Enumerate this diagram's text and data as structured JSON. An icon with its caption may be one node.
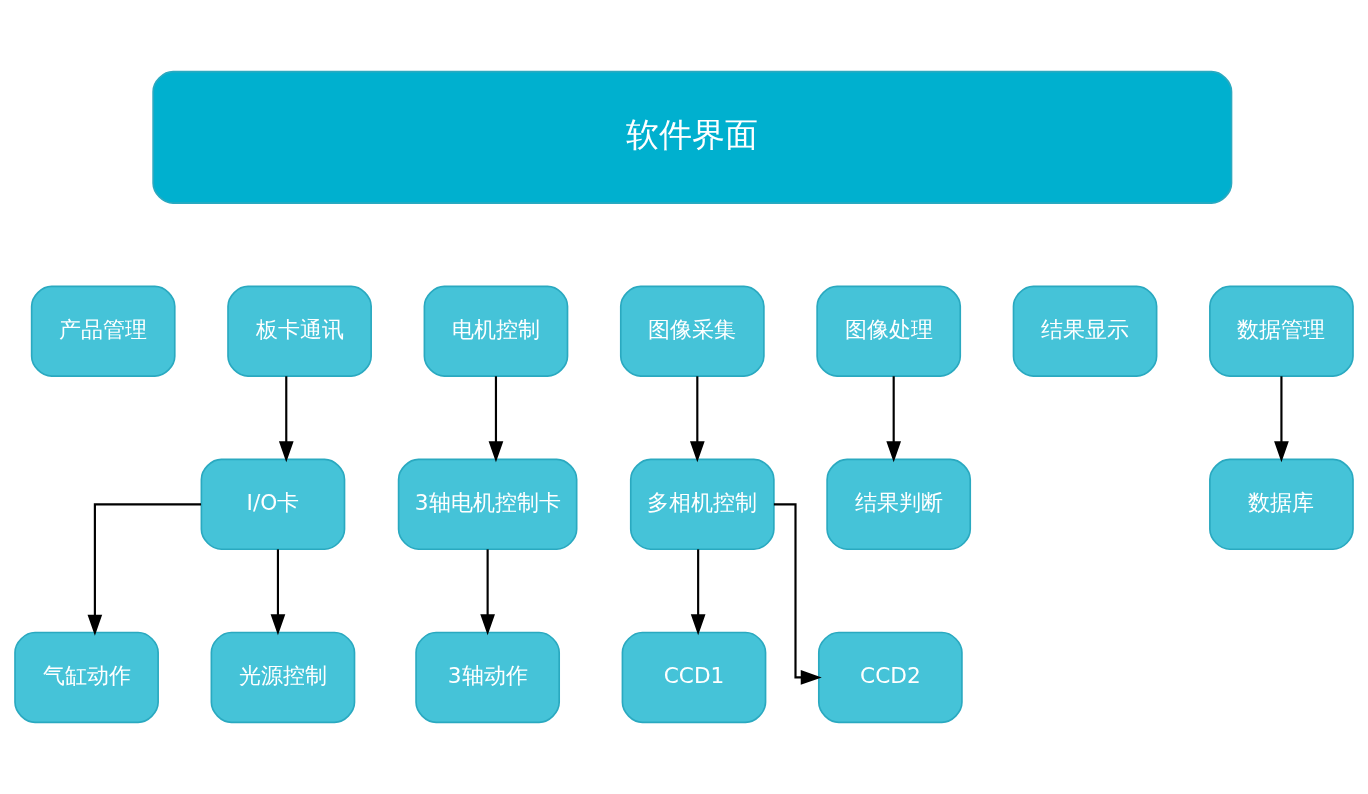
{
  "diagram": {
    "nodes": [
      {
        "text": [
          "软件界面"
        ]
      },
      {
        "text": [
          "产品管理"
        ]
      },
      {
        "text": [
          "板卡通讯"
        ]
      },
      {
        "text": [
          "电机控制"
        ]
      },
      {
        "text": [
          "图像采集"
        ]
      },
      {
        "text": [
          "图像处理"
        ]
      },
      {
        "text": [
          "结果显示"
        ]
      },
      {
        "text": [
          "数据管理"
        ]
      },
      {
        "text": [
          "I/O卡"
        ]
      },
      {
        "text": [
          "3轴电机控制卡"
        ]
      },
      {
        "text": [
          "多相机控制"
        ]
      },
      {
        "text": [
          "结果判断"
        ]
      },
      {
        "text": [
          "数据库"
        ]
      },
      {
        "text": [
          "气缸动作"
        ]
      },
      {
        "text": [
          "光源控制"
        ]
      },
      {
        "text": [
          "3轴动作"
        ]
      },
      {
        "text": [
          "CCD1"
        ]
      },
      {
        "text": [
          "CCD2"
        ]
      }
    ],
    "edges": [
      {
        "from": 2,
        "to": 8,
        "arrow": "to"
      },
      {
        "from": 3,
        "to": 9,
        "arrow": "to"
      },
      {
        "from": 4,
        "to": 10,
        "arrow": "to"
      },
      {
        "from": 5,
        "to": 11,
        "arrow": "to"
      },
      {
        "from": 7,
        "to": 12,
        "arrow": "to"
      },
      {
        "from": 8,
        "to": 13,
        "arrow": "to"
      },
      {
        "from": 8,
        "to": 14,
        "arrow": "to"
      },
      {
        "from": 9,
        "to": 15,
        "arrow": "to"
      },
      {
        "from": 10,
        "to": 16,
        "arrow": "to"
      },
      {
        "from": 10,
        "to": 17,
        "arrow": "to"
      }
    ]
  }
}
